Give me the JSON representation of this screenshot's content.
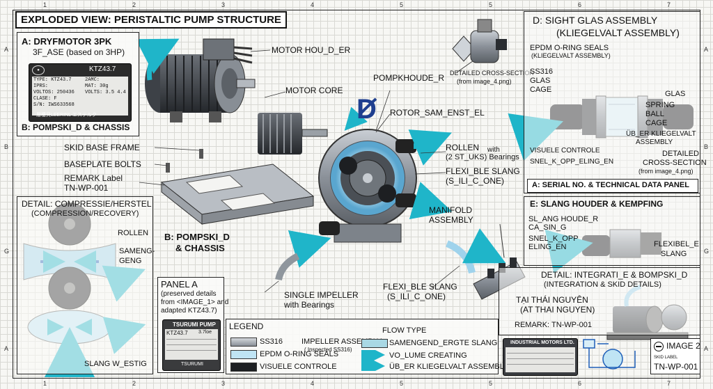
{
  "title": "EXPLODED VIEW: PERISTALTIC PUMP STRUCTURE",
  "grid": {
    "cols": [
      "1",
      "2",
      "3",
      "4",
      "5",
      "5",
      "6",
      "7"
    ],
    "rows": [
      "A",
      "B",
      "G",
      "A"
    ]
  },
  "panel_motor": {
    "heading_1": "A: DRYFMOTOR 3PK",
    "heading_2": "3F_ASE (based on 3HP)",
    "footer": "B: POMPSKI_D & CHASSIS",
    "plate_model": "KTZ43.7",
    "plate_rows": [
      [
        "TYPE:",
        "KTZ43.7",
        "2AMC:",
        ""
      ],
      [
        "IPRS:",
        "",
        "MAT:",
        "30g"
      ],
      [
        "VOLTOS:",
        "250436",
        "VOLTS:",
        "3.5 4.4"
      ],
      [
        "CLASE:",
        "F",
        "",
        ""
      ],
      [
        "S/N:",
        "IWS633568",
        "",
        ""
      ]
    ],
    "plate_banner": "層樓貝LEERINL エステルク"
  },
  "labels": {
    "motor_housing": "MOTOR HOU_D_ER",
    "motor_core": "MOTOR CORE",
    "pump_housing": "POMPKHOUDE_R",
    "rotor": "ROTOR_SAM_ENST_EL",
    "rollers_1": "ROLLEN",
    "rollers_with": "with",
    "rollers_2": "(2 ST_UKS) Bearings",
    "hose_1": "FLEXI_BLE SLANG",
    "hose_2": "(S_ILI_C_ONE)",
    "skid": "SKID BASE FRAME",
    "bolts": "BASEPLATE BOLTS",
    "remark_1": "REMARK Label",
    "remark_2": "TN-WP-001",
    "chassis_1": "B: POMPSKI_D",
    "chassis_2": "& CHASSIS",
    "manifold_1": "MANIFOLD",
    "manifold_2": "ASSEMBLY",
    "impeller_1": "SINGLE IMPELLER",
    "impeller_2": "with Bearings",
    "hose_b_1": "FLEXI_BLE SLANG",
    "hose_b_2": "(S_ILI_C_ONE)",
    "cross_1": "DETAILED CROSS-SECTION",
    "cross_2": "(from image_4.png)",
    "big_letter": "D"
  },
  "panel_compression": {
    "heading_1": "DETAIL: COMPRESSIE/HERSTEL",
    "heading_2": "(COMPRESSION/RECOVERY)",
    "rollers": "ROLLEN",
    "squeeze_1": "SAMENG-",
    "squeeze_2": "GENG",
    "hose": "SLANG W_ESTIG"
  },
  "panel_a": {
    "heading": "PANEL A",
    "text_1": "(preserved details",
    "text_2": "from <IMAGE_1> and",
    "text_3": "adapted KTZ43.7)",
    "plate_brand": "TSURUMI PUMP",
    "plate_model": "KTZ43.7",
    "plate_power": "3.7loe",
    "plate_footer": "TSURUMI"
  },
  "legend": {
    "heading": "LEGEND",
    "items": [
      {
        "label": "SS316",
        "note": ""
      },
      {
        "label": "EPDM O-RING SEALS",
        "note": ""
      },
      {
        "label": "VISUELE CONTROLE",
        "note": ""
      }
    ],
    "impeller_1": "IMPELLER ASSEMBLY",
    "impeller_2": "( Inspected SS316)",
    "flow_heading": "FLOW TYPE",
    "flow_items": [
      "SAMENGEND_ERGTE SLANG",
      "VO_LUME CREATING",
      "ÜB_ER KLIEGELVALT ASSEMBLY"
    ]
  },
  "panel_sight": {
    "heading_1": "D: SIGHT GLAS ASSEMBLY",
    "heading_2": "(KLIEGELVALT ASSEMBLY)",
    "epdm_1": "EPDM O-RING SEALS",
    "epdm_2": "(KLIEGELVALT ASSEMBLY)",
    "ss_1": "SS316",
    "ss_2": "GLAS",
    "ss_3": "CAGE",
    "glas": "GLAS",
    "spring_1": "SPRING",
    "spring_2": "BALL",
    "spring_3": "CAGE",
    "over_1": "ÜB_ER KLIEGELVALT",
    "over_2": "ASSEMBLY",
    "visual": "VISUELE CONTROLE",
    "snel": "SNEL_K_OPP_ELING_EN",
    "detailed_1": "DETAILED",
    "detailed_2": "CROSS-SECTION",
    "detailed_3": "(from image_4.png)",
    "serial": "A: SERIAL NO. & TECHNICAL DATA PANEL"
  },
  "panel_hose": {
    "heading": "E: SLANG HOUDER & KEMPFING",
    "holder_1": "SL_ANG HOUDE_R",
    "holder_2": "CA_SIN_G",
    "snel_1": "SNEL_K_OPP",
    "snel_2": "ELING_EN",
    "flex_1": "FLEXIBEL_E",
    "flex_2": "SLANG"
  },
  "panel_integration": {
    "heading_1": "DETAIL: INTEGRATI_E & BOMPSKI_D",
    "heading_2": "(INTEGRATION & SKID DETAILS)",
    "loc_1": "TẠI THÁI NGUYÊN",
    "loc_2": "(AT THAI NGUYEN)",
    "remark": "REMARK: TN-WP-001"
  },
  "footer_plate": {
    "brand": "INDUSTRIAL MOTORS LTD.",
    "image_label": "IMAGE 2",
    "skid_label": "SKID LABEL",
    "code": "TN-WP-001"
  },
  "colors": {
    "arrow_teal": "#1fb5c9",
    "arrow_navy": "#1f3f8f",
    "hose_blue": "#9fd3ec",
    "steel": "#8a9098",
    "dark": "#2a2d31"
  }
}
